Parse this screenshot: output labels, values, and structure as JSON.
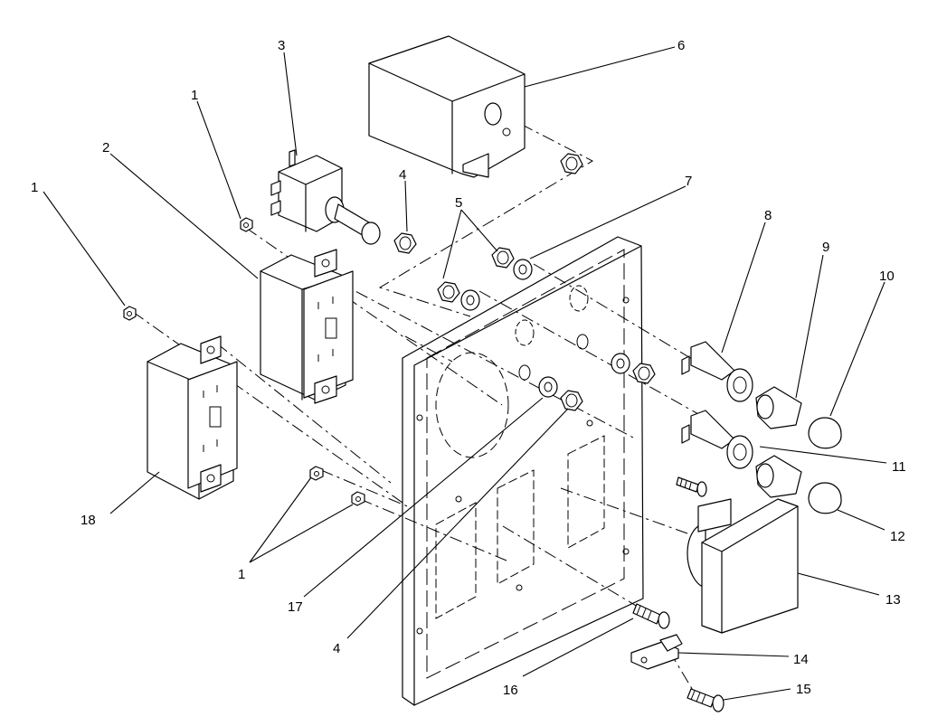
{
  "callouts": {
    "c1a": "1",
    "c1b": "1",
    "c1c": "1",
    "c2": "2",
    "c3": "3",
    "c4a": "4",
    "c4b": "4",
    "c5": "5",
    "c6": "6",
    "c7": "7",
    "c8": "8",
    "c9": "9",
    "c10": "10",
    "c11": "11",
    "c12": "12",
    "c13": "13",
    "c14": "14",
    "c15": "15",
    "c16": "16",
    "c17": "17",
    "c18": "18"
  }
}
